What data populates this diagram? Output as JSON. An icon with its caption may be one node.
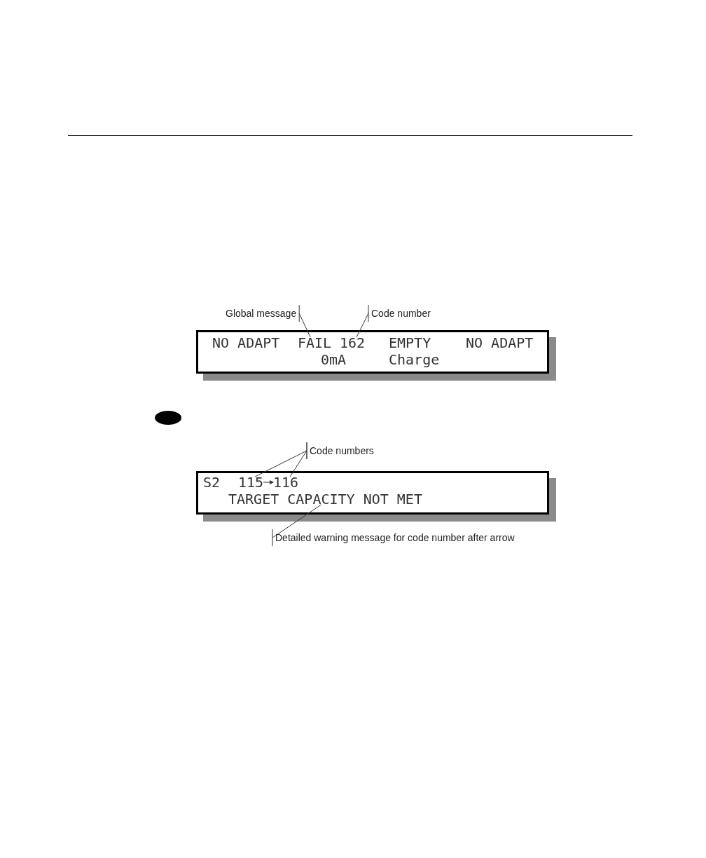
{
  "diagram": {
    "nodes": [
      {
        "text": [],
        "shape": "box"
      },
      {
        "text": [
          "NO ADAPT"
        ],
        "in": 0
      },
      {
        "text": [
          "FAIL"
        ],
        "in": 0
      },
      {
        "text": [
          "162"
        ],
        "in": 0
      },
      {
        "text": [
          "EMPTY"
        ],
        "in": 0
      },
      {
        "text": [
          "NO ADAPT"
        ],
        "in": 0
      },
      {
        "text": [
          "0mA"
        ],
        "in": 0
      },
      {
        "text": [
          "Charge"
        ],
        "in": 0
      },
      {
        "text": [
          "Global message"
        ]
      },
      {
        "text": [
          "Code number"
        ]
      },
      {
        "text": [],
        "shape": "box"
      },
      {
        "text": [
          "S2"
        ],
        "in": 10
      },
      {
        "text": [
          "115"
        ],
        "in": 10
      },
      {
        "text": [
          "116"
        ],
        "in": 10
      },
      {
        "text": [
          "TARGET CAPACITY NOT MET"
        ],
        "in": 10
      },
      {
        "text": [
          "Code numbers"
        ]
      },
      {
        "text": [
          "Detailed warning message for code number after arrow"
        ]
      }
    ],
    "edges": [
      {
        "from": 8,
        "to": 2,
        "arrow": "none"
      },
      {
        "from": 9,
        "to": 3,
        "arrow": "none"
      },
      {
        "from": 12,
        "to": 13,
        "arrow": "to"
      },
      {
        "from": 15,
        "to": 12,
        "arrow": "none"
      },
      {
        "from": 15,
        "to": 13,
        "arrow": "none"
      },
      {
        "from": 16,
        "to": 14,
        "arrow": "none"
      }
    ]
  }
}
